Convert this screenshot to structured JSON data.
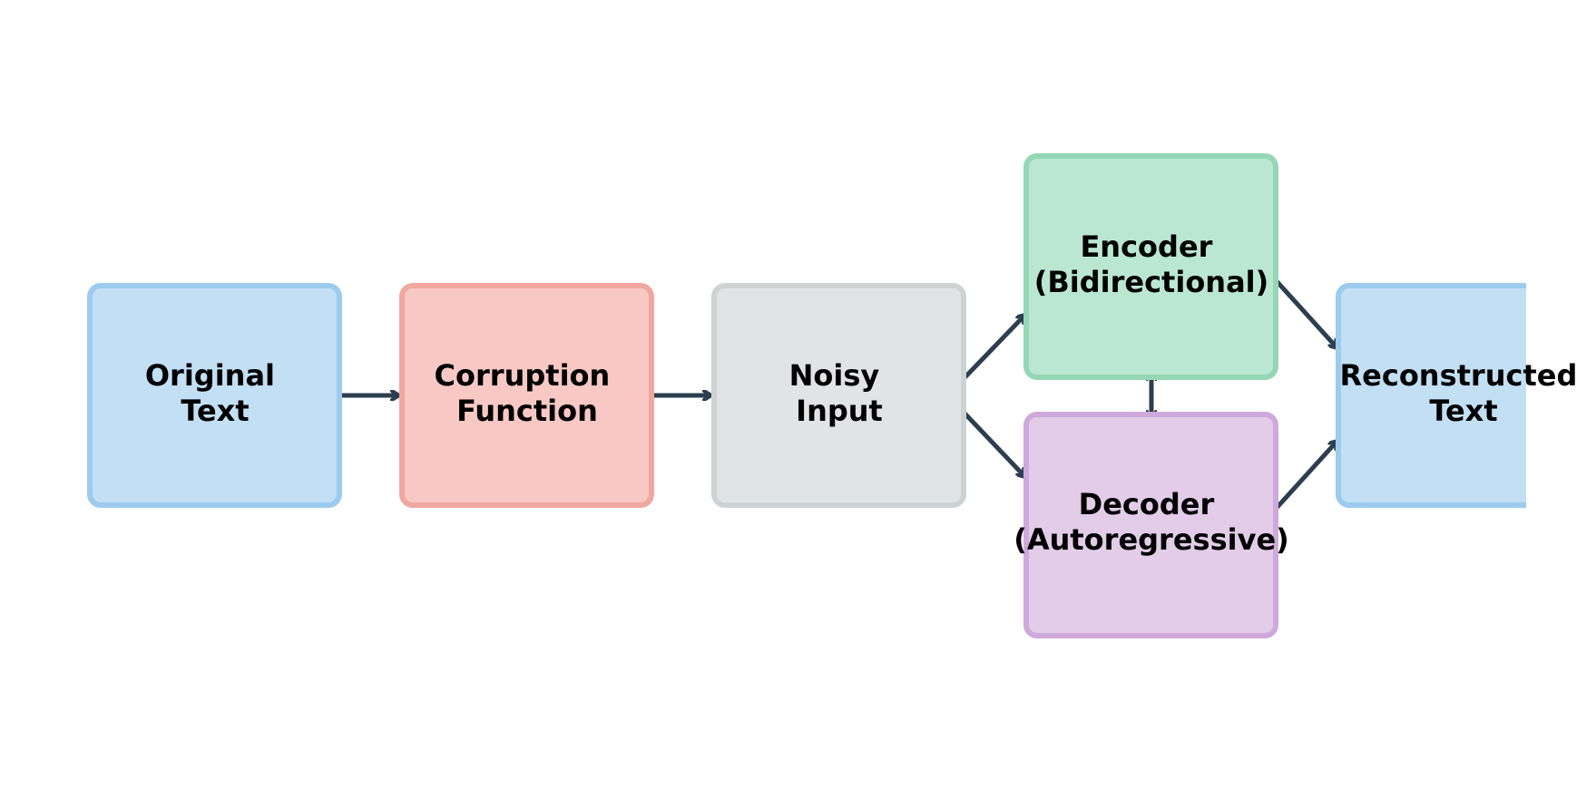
{
  "nodes": {
    "original": {
      "lines": [
        "Original",
        "Text"
      ],
      "fill": "#c2dff4",
      "stroke": "#9ccbee"
    },
    "corruption": {
      "lines": [
        "Corruption",
        "Function"
      ],
      "fill": "#f7c8c4",
      "stroke": "#f0a7a0"
    },
    "noisy": {
      "lines": [
        "Noisy",
        "Input"
      ],
      "fill": "#e0e4e5",
      "stroke": "#cdd3d3"
    },
    "encoder": {
      "lines": [
        "Encoder",
        "(Bidirectional)"
      ],
      "fill": "#bae7d2",
      "stroke": "#95d7b5"
    },
    "decoder": {
      "lines": [
        "Decoder",
        "(Autoregressive)"
      ],
      "fill": "#e2cce8",
      "stroke": "#cfa9db"
    },
    "reconstructed": {
      "lines": [
        "Reconstructed",
        "Text"
      ],
      "fill": "#c2dff4",
      "stroke": "#9ccbee"
    }
  },
  "edges": [
    {
      "from": "original",
      "to": "corruption"
    },
    {
      "from": "corruption",
      "to": "noisy"
    },
    {
      "from": "noisy",
      "to": "encoder"
    },
    {
      "from": "noisy",
      "to": "decoder"
    },
    {
      "from": "encoder",
      "to": "decoder",
      "bidirectional": true
    },
    {
      "from": "encoder",
      "to": "reconstructed"
    },
    {
      "from": "decoder",
      "to": "reconstructed"
    }
  ],
  "colors": {
    "arrow": "#2c3e50"
  }
}
